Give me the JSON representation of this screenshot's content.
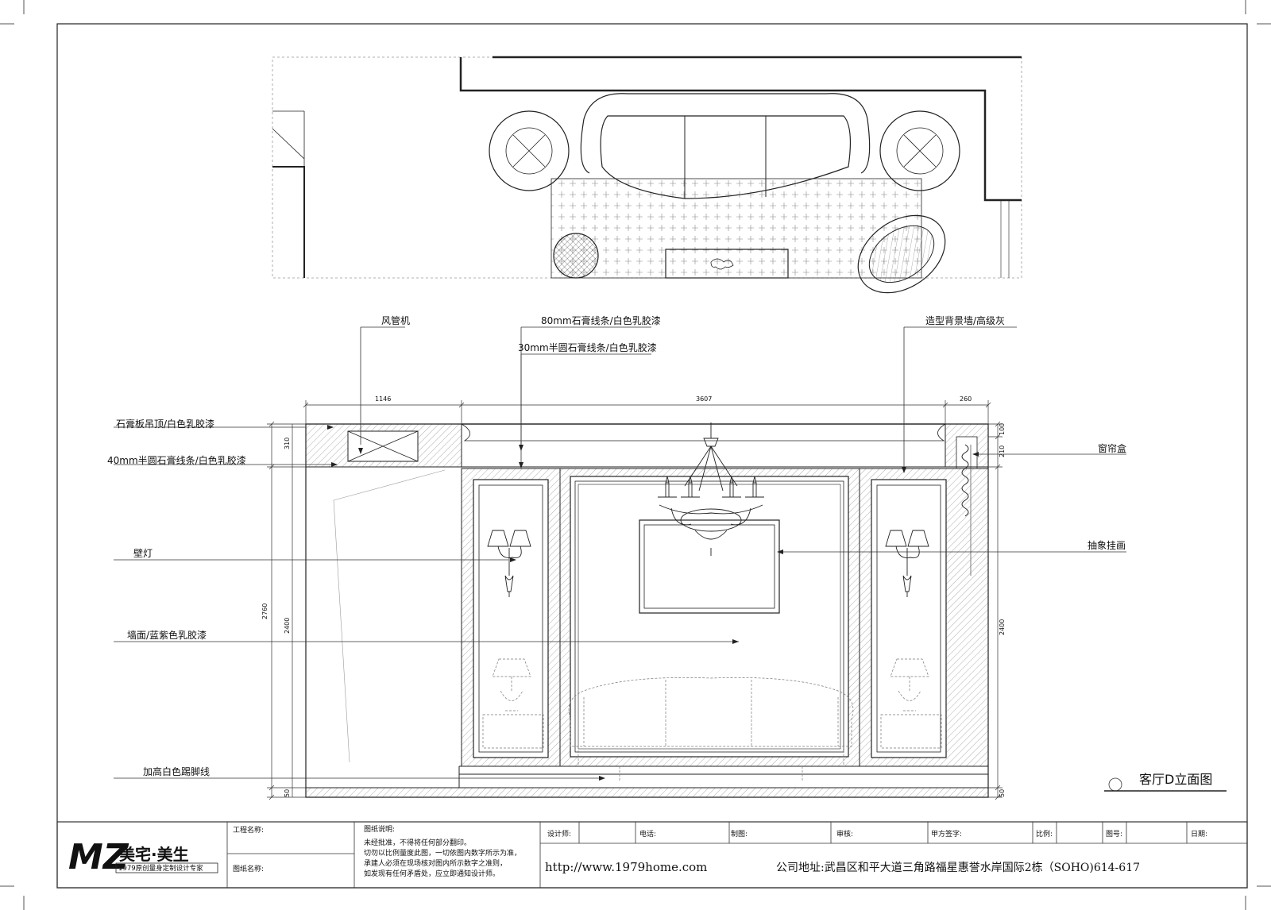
{
  "annotations": {
    "duct_unit": "风管机",
    "molding_80": "80mm石膏线条/白色乳胶漆",
    "molding_30": "30mm半圆石膏线条/白色乳胶漆",
    "feature_wall": "造型背景墙/高级灰",
    "ceiling": "石膏板吊顶/白色乳胶漆",
    "molding_40": "40mm半圆石膏线条/白色乳胶漆",
    "curtain_box": "窗帘盒",
    "wall_lamp": "壁灯",
    "abstract_painting": "抽象挂画",
    "wall_paint": "墙面/蓝紫色乳胶漆",
    "skirting": "加高白色踢脚线"
  },
  "dimensions": {
    "top_left": "1146",
    "top_mid": "3607",
    "top_right": "260",
    "left_total": "2760",
    "left_upper": "310",
    "left_main": "2400",
    "left_base": "50",
    "right_top": "100",
    "right_upper": "210",
    "right_main": "2400",
    "right_base": "50"
  },
  "drawing_title": "客厅D立面图",
  "title_block": {
    "logo_mark": "MZ",
    "brand": "美宅·美生",
    "slogan": "1979原创量身定制设计专家",
    "project_name_label": "工程名称:",
    "drawing_name_label": "图纸名称:",
    "notes_title": "图纸说明:",
    "notes": [
      "未经批准，不得将任何部分翻印。",
      "切勿以比例量度此图，一切依图内数字所示为准，",
      "承建人必须在现场核对图内所示数字之准则，",
      "如发现有任何矛盾处，应立即通知设计师。"
    ],
    "designer_label": "设计师:",
    "phone_label": "电话:",
    "drafter_label": "制图:",
    "reviewer_label": "审核:",
    "client_sign_label": "甲方签字:",
    "scale_label": "比例:",
    "drawing_no_label": "图号:",
    "date_label": "日期:",
    "website": "http://www.1979home.com",
    "address": "公司地址:武昌区和平大道三角路福星惠誉水岸国际2栋（SOHO)614-617"
  }
}
